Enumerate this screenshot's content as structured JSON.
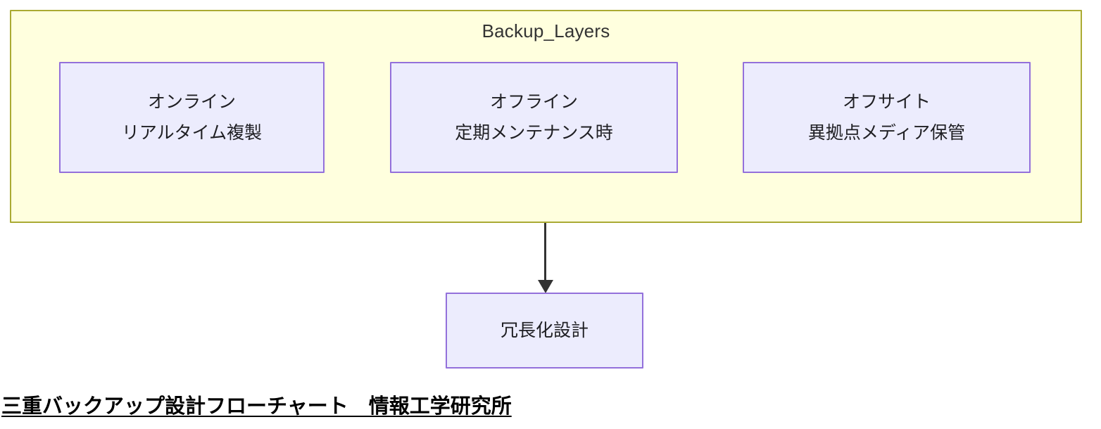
{
  "diagram": {
    "type": "flowchart",
    "subgraph": {
      "title": "Backup_Layers",
      "fill_color": "#ffffde",
      "border_color": "#aaaa33",
      "nodes": [
        {
          "id": "online",
          "line1": "オンライン",
          "line2": "リアルタイム複製",
          "fill_color": "#ececfd",
          "border_color": "#9370db"
        },
        {
          "id": "offline",
          "line1": "オフライン",
          "line2": "定期メンテナンス時",
          "fill_color": "#ececfd",
          "border_color": "#9370db"
        },
        {
          "id": "offsite",
          "line1": "オフサイト",
          "line2": "異拠点メディア保管",
          "fill_color": "#ececfd",
          "border_color": "#9370db"
        }
      ]
    },
    "downstream_node": {
      "id": "redundancy",
      "label": "冗長化設計",
      "fill_color": "#ececfd",
      "border_color": "#9370db"
    },
    "edge": {
      "name": "subgraph-to-redundancy",
      "color": "#333333",
      "arrowhead": "filled-triangle",
      "direction": "down"
    }
  },
  "caption": {
    "text": "三重バックアップ設計フローチャート　情報工学研究所",
    "color": "#000000"
  }
}
